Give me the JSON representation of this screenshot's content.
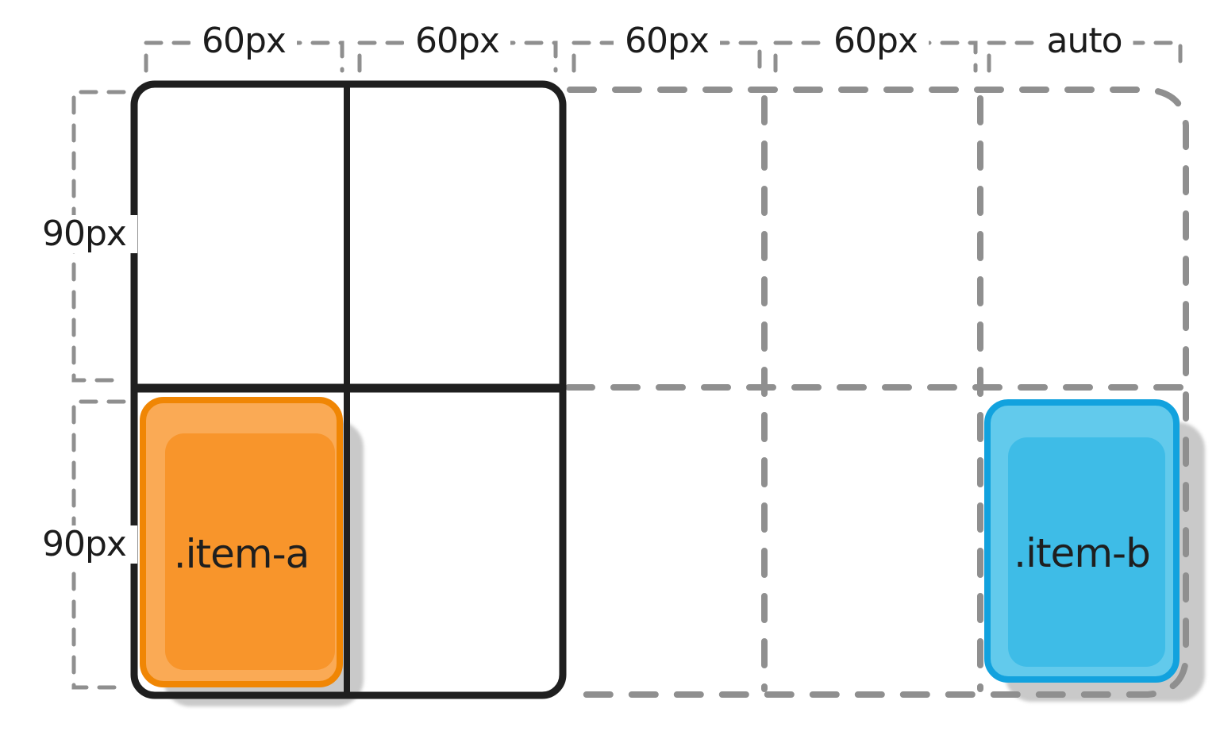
{
  "diagram": {
    "kind": "css-grid-track-sizing-illustration",
    "column_labels": [
      "60px",
      "60px",
      "60px",
      "60px",
      "auto"
    ],
    "row_labels": [
      "90px",
      "90px"
    ],
    "items": [
      {
        "label": ".item-a",
        "column": 1,
        "row": 2,
        "fill": "#F8952B",
        "highlight": "#FAAA55",
        "border": "#F08604"
      },
      {
        "label": ".item-b",
        "column": 5,
        "row": 2,
        "fill": "#3EBCE7",
        "highlight": "#62CAEC",
        "border": "#12A2DE"
      }
    ],
    "grid": {
      "explicit_columns": 2,
      "explicit_rows": 2,
      "total_columns": 5,
      "total_rows": 2
    },
    "colors": {
      "explicit_grid_stroke": "#1F1F1F",
      "implicit_grid_stroke": "#8F8F8F",
      "shadow": "#C9C9C9",
      "background": "#FFFFFF",
      "label_text": "#1C1C1C"
    }
  }
}
